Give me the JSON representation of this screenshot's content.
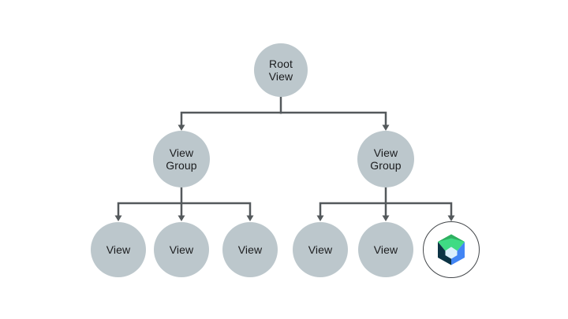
{
  "diagram": {
    "colors": {
      "background": "#FFFFFF",
      "node_fill": "#BCC7CC",
      "connector": "#54595C",
      "text": "#1B1C1E",
      "compose_ring": "#43474A",
      "compose_fill": "#FFFFFF"
    },
    "nodes": {
      "root": {
        "line1": "Root",
        "line2": "View"
      },
      "view_group_left": {
        "line1": "View",
        "line2": "Group"
      },
      "view_group_right": {
        "line1": "View",
        "line2": "Group"
      },
      "view_left_1": {
        "line1": "View"
      },
      "view_left_2": {
        "line1": "View"
      },
      "view_left_3": {
        "line1": "View"
      },
      "view_right_1": {
        "line1": "View"
      },
      "view_right_2": {
        "line1": "View"
      },
      "compose": {
        "icon": "jetpack-compose-logo"
      }
    },
    "compose_logo": {
      "green_dark": "#2EB060",
      "green_light": "#3FDB84",
      "blue": "#4285F4",
      "navy": "#0C3344",
      "core": "#DCEFFC"
    }
  }
}
